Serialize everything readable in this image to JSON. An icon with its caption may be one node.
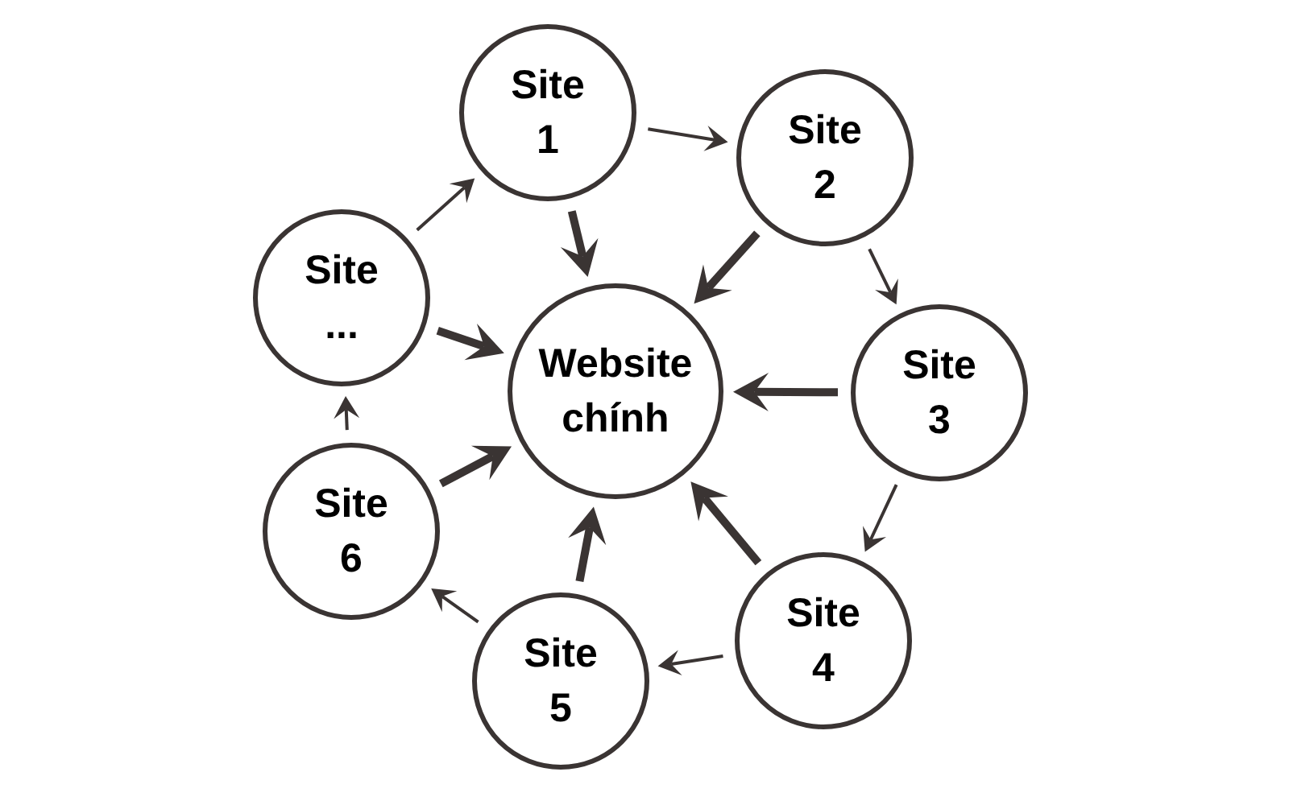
{
  "diagram": {
    "nodes": [
      {
        "text": [
          "Website chính"
        ]
      },
      {
        "text": [
          "Site 1"
        ]
      },
      {
        "text": [
          "Site 2"
        ]
      },
      {
        "text": [
          "Site 3"
        ]
      },
      {
        "text": [
          "Site 4"
        ]
      },
      {
        "text": [
          "Site 5"
        ]
      },
      {
        "text": [
          "Site 6"
        ]
      },
      {
        "text": [
          "Site ..."
        ]
      }
    ],
    "edges": [
      {
        "from": 7,
        "to": 1,
        "arrow": "to"
      },
      {
        "from": 1,
        "to": 2,
        "arrow": "to"
      },
      {
        "from": 2,
        "to": 3,
        "arrow": "to"
      },
      {
        "from": 3,
        "to": 4,
        "arrow": "to"
      },
      {
        "from": 4,
        "to": 5,
        "arrow": "to"
      },
      {
        "from": 5,
        "to": 6,
        "arrow": "to"
      },
      {
        "from": 6,
        "to": 7,
        "arrow": "to"
      },
      {
        "from": 1,
        "to": 0,
        "arrow": "to",
        "style": "thick"
      },
      {
        "from": 2,
        "to": 0,
        "arrow": "to",
        "style": "thick"
      },
      {
        "from": 3,
        "to": 0,
        "arrow": "to",
        "style": "thick"
      },
      {
        "from": 4,
        "to": 0,
        "arrow": "to",
        "style": "thick"
      },
      {
        "from": 5,
        "to": 0,
        "arrow": "to",
        "style": "thick"
      },
      {
        "from": 6,
        "to": 0,
        "arrow": "to",
        "style": "thick"
      },
      {
        "from": 7,
        "to": 0,
        "arrow": "to",
        "style": "thick"
      }
    ]
  }
}
